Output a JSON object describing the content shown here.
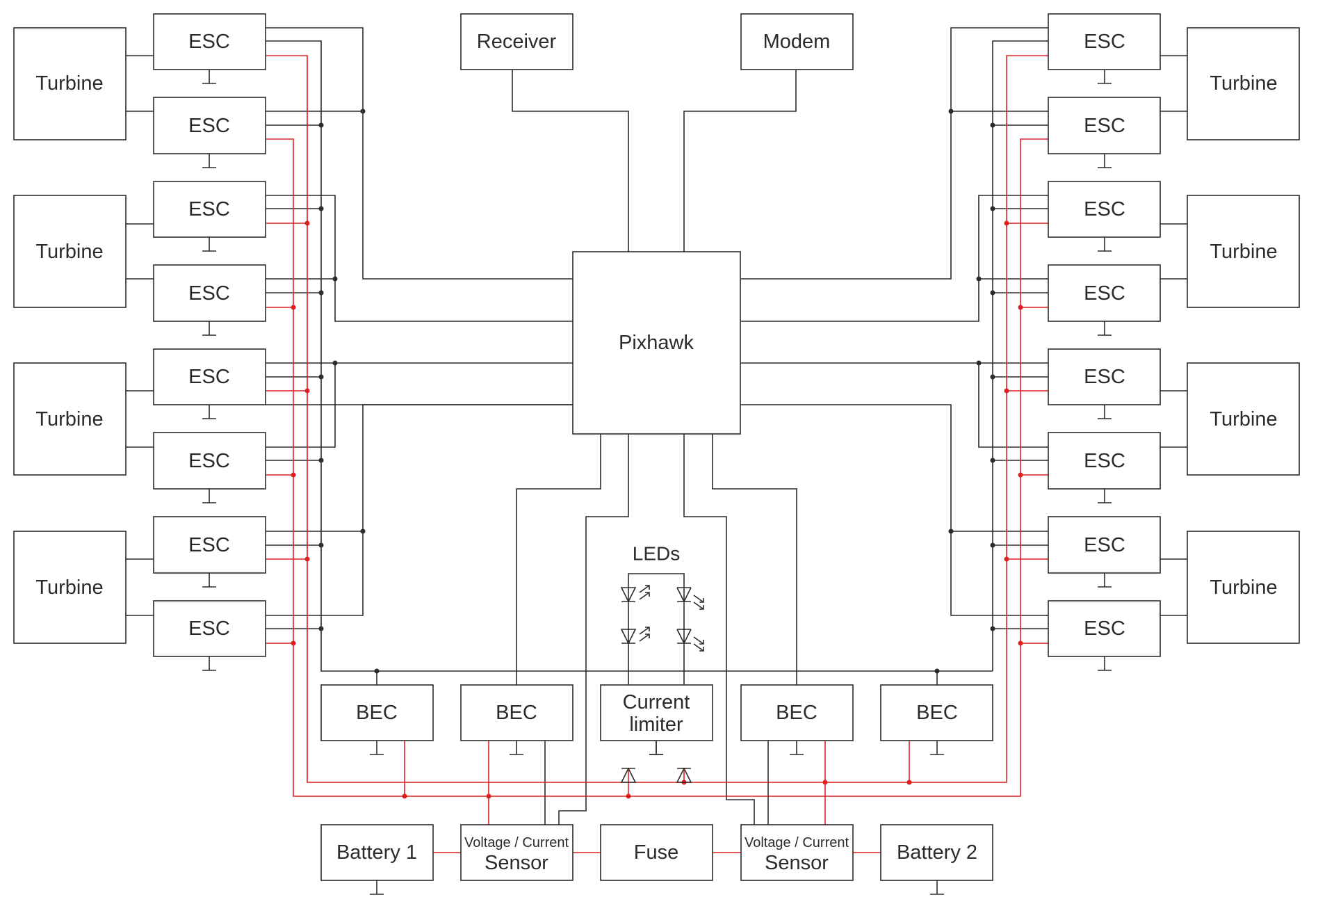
{
  "blocks": {
    "turbine": "Turbine",
    "esc": "ESC",
    "receiver": "Receiver",
    "modem": "Modem",
    "pixhawk": "Pixhawk",
    "leds": "LEDs",
    "bec": "BEC",
    "current_limiter_line1": "Current",
    "current_limiter_line2": "limiter",
    "battery1": "Battery 1",
    "battery2": "Battery 2",
    "sensor_top": "Voltage / Current",
    "sensor_bottom": "Sensor",
    "fuse": "Fuse"
  },
  "colors": {
    "signal_wire": "#2b2b2b",
    "power_wire": "#e02020"
  }
}
